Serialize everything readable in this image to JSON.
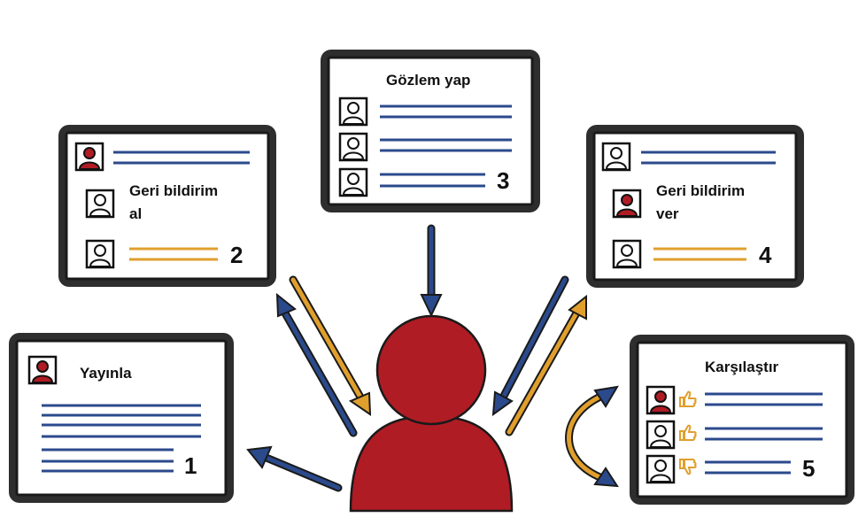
{
  "colors": {
    "blue": "#2b4a8c",
    "gold": "#e09f2d",
    "red": "#b01c24"
  },
  "cards": {
    "publish": {
      "title": "Yayınla",
      "number": "1"
    },
    "receive": {
      "title_line1": "Geri bildirim",
      "title_line2": "al",
      "number": "2"
    },
    "observe": {
      "title": "Gözlem yap",
      "number": "3"
    },
    "give": {
      "title_line1": "Geri bildirim",
      "title_line2": "ver",
      "number": "4"
    },
    "compare": {
      "title": "Karşılaştır",
      "number": "5"
    }
  },
  "icons": [
    "person-avatar-icon",
    "thumbs-up-icon",
    "thumbs-down-icon",
    "arrow-icon"
  ]
}
